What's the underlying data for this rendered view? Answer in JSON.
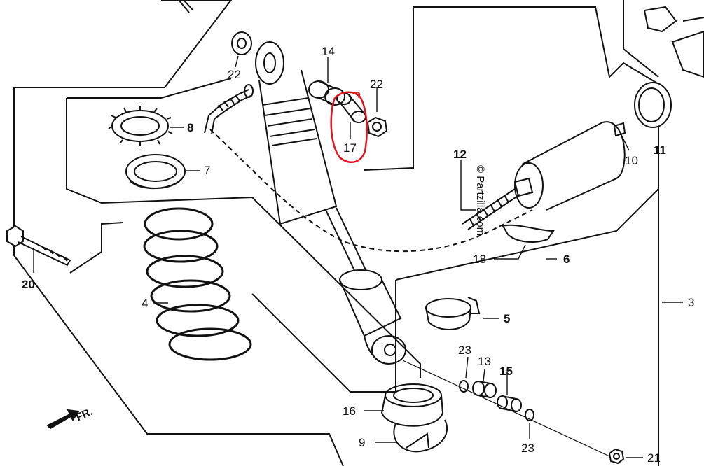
{
  "parts": [
    {
      "id": "p1",
      "label": "22"
    },
    {
      "id": "p2",
      "label": "14"
    },
    {
      "id": "p3",
      "label": "22"
    },
    {
      "id": "p4",
      "label": "17"
    },
    {
      "id": "p5",
      "label": "8"
    },
    {
      "id": "p6",
      "label": "7"
    },
    {
      "id": "p7",
      "label": "10"
    },
    {
      "id": "p8",
      "label": "11"
    },
    {
      "id": "p9",
      "label": "12"
    },
    {
      "id": "p10",
      "label": "20"
    },
    {
      "id": "p11",
      "label": "18"
    },
    {
      "id": "p12",
      "label": "6"
    },
    {
      "id": "p13",
      "label": "4"
    },
    {
      "id": "p14",
      "label": "5"
    },
    {
      "id": "p15",
      "label": "3"
    },
    {
      "id": "p16",
      "label": "23"
    },
    {
      "id": "p17",
      "label": "13"
    },
    {
      "id": "p18",
      "label": "15"
    },
    {
      "id": "p19",
      "label": "16"
    },
    {
      "id": "p20",
      "label": "9"
    },
    {
      "id": "p21",
      "label": "23"
    },
    {
      "id": "p22",
      "label": "21"
    }
  ],
  "watermark": "© Partzilla.com",
  "direction_label": "FR.",
  "highlight_color": "#e0141e"
}
